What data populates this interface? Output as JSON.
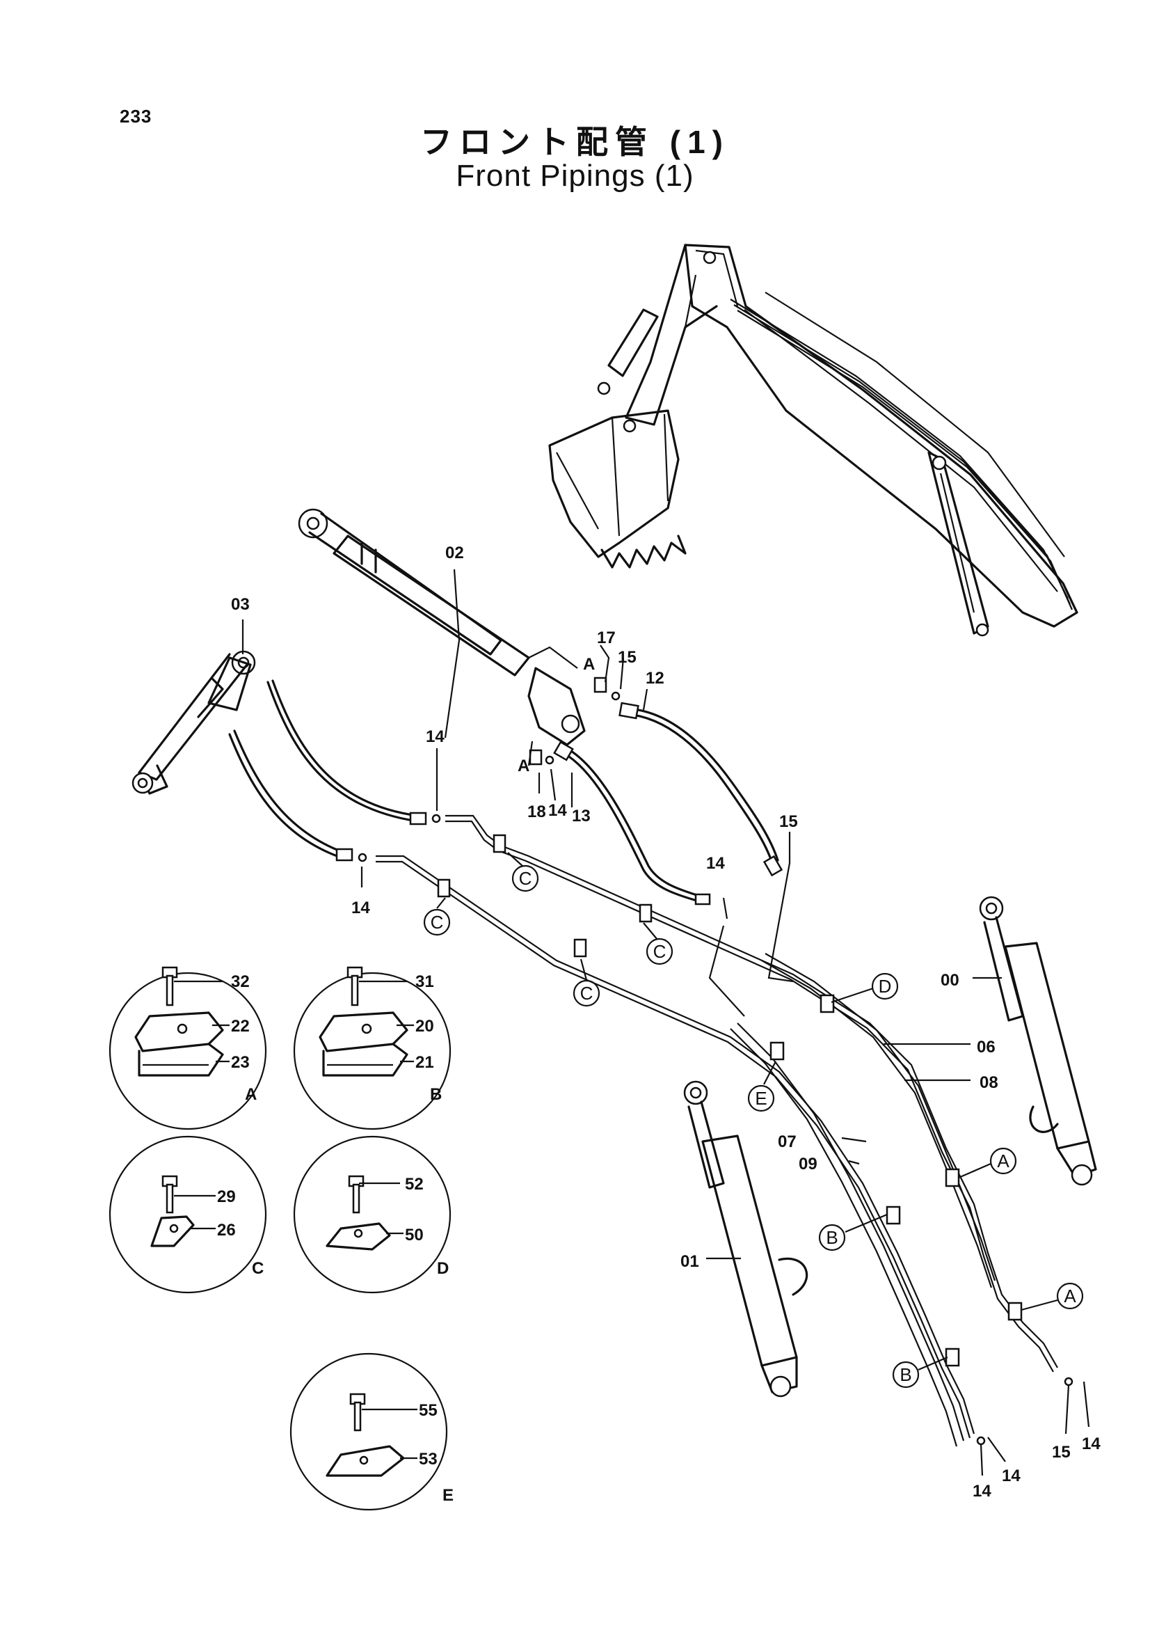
{
  "page": {
    "number": "233"
  },
  "title": {
    "japanese": "フロント配管 (1)",
    "english": "Front Pipings (1)"
  },
  "callouts": {
    "c00": "00",
    "c01": "01",
    "c02": "02",
    "c03": "03",
    "c06": "06",
    "c07": "07",
    "c08": "08",
    "c09": "09",
    "c12": "12",
    "c13": "13",
    "c14a": "14",
    "c14b": "14",
    "c14c": "14",
    "c14d": "14",
    "c14e": "14",
    "c14f": "14",
    "c14g": "14",
    "c15a": "15",
    "c15b": "15",
    "c15c": "15",
    "c17": "17",
    "c18": "18",
    "detailA": "A",
    "detailA2": "A"
  },
  "clamp_markers": {
    "c1": "C",
    "c2": "C",
    "c3": "C",
    "c4": "C",
    "d1": "D",
    "e1": "E",
    "a1": "A",
    "a2": "A",
    "b1": "B",
    "b2": "B"
  },
  "details": {
    "A": {
      "letter": "A",
      "parts": [
        "32",
        "22",
        "23"
      ]
    },
    "B": {
      "letter": "B",
      "parts": [
        "31",
        "20",
        "21"
      ]
    },
    "C": {
      "letter": "C",
      "parts": [
        "29",
        "26"
      ]
    },
    "D": {
      "letter": "D",
      "parts": [
        "52",
        "50"
      ]
    },
    "E": {
      "letter": "E",
      "parts": [
        "55",
        "53"
      ]
    }
  }
}
